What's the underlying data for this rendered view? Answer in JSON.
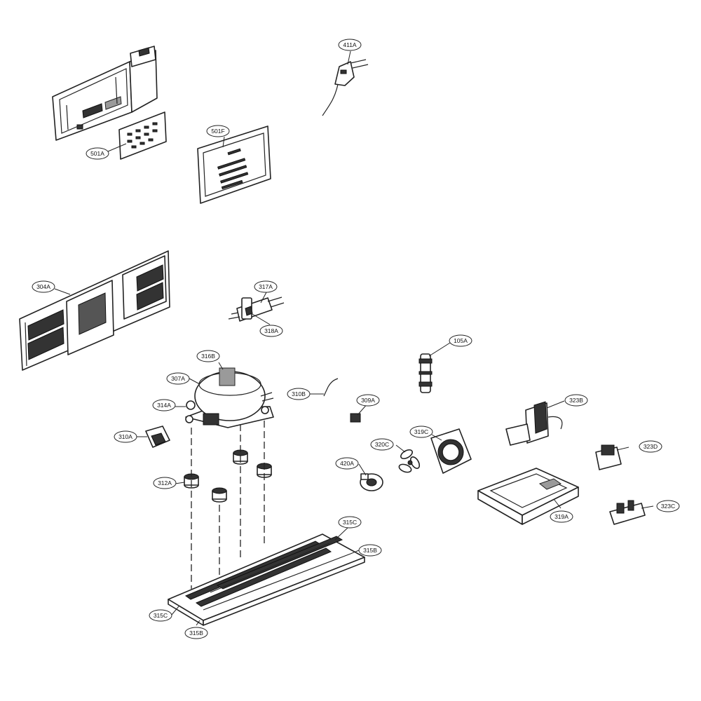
{
  "labels": {
    "l_411A": "411A",
    "l_501A": "501A",
    "l_501F": "501F",
    "l_304A": "304A",
    "l_317A": "317A",
    "l_318A": "318A",
    "l_105A": "105A",
    "l_316B": "316B",
    "l_307A": "307A",
    "l_310B": "310B",
    "l_314A": "314A",
    "l_309A": "309A",
    "l_323B": "323B",
    "l_310A": "310A",
    "l_319C": "319C",
    "l_320C": "320C",
    "l_323D": "323D",
    "l_420A": "420A",
    "l_312A": "312A",
    "l_319A": "319A",
    "l_323C": "323C",
    "l_315C_top": "315C",
    "l_315B_top": "315B",
    "l_315C_bottom": "315C",
    "l_315B_bottom": "315B"
  },
  "colors": {
    "line": "#222222",
    "background": "#ffffff"
  }
}
